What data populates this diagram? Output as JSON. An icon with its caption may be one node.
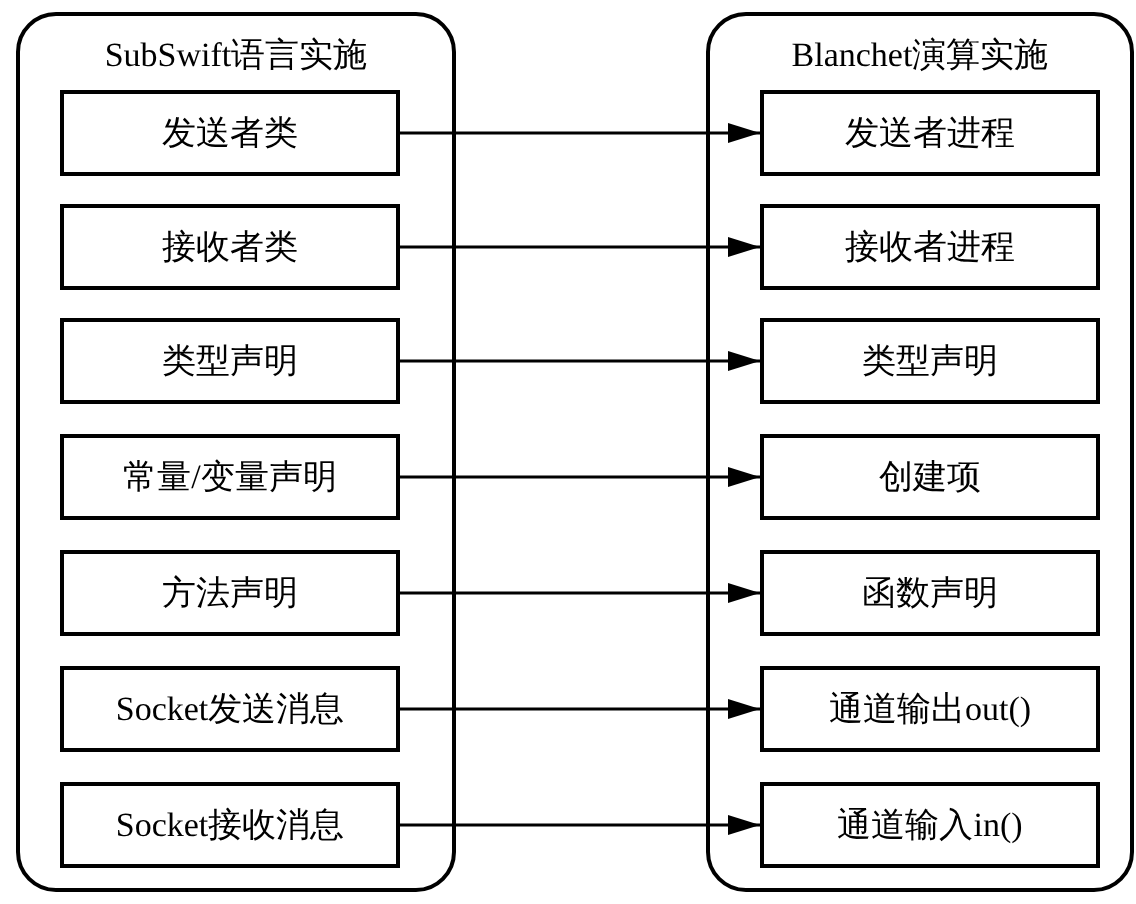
{
  "diagram": {
    "nodes": [
      {
        "text": [
          "SubSwift语言实施"
        ]
      },
      {
        "text": [
          "发送者类"
        ],
        "in": 0
      },
      {
        "text": [
          "接收者类"
        ],
        "in": 0
      },
      {
        "text": [
          "类型声明"
        ],
        "in": 0
      },
      {
        "text": [
          "常量/变量声明"
        ],
        "in": 0
      },
      {
        "text": [
          "方法声明"
        ],
        "in": 0
      },
      {
        "text": [
          "Socket发送消息"
        ],
        "in": 0
      },
      {
        "text": [
          "Socket接收消息"
        ],
        "in": 0
      },
      {
        "text": [
          "Blanchet演算实施"
        ]
      },
      {
        "text": [
          "发送者进程"
        ],
        "in": 8
      },
      {
        "text": [
          "接收者进程"
        ],
        "in": 8
      },
      {
        "text": [
          "类型声明"
        ],
        "in": 8
      },
      {
        "text": [
          "创建项"
        ],
        "in": 8
      },
      {
        "text": [
          "函数声明"
        ],
        "in": 8
      },
      {
        "text": [
          "通道输出out()"
        ],
        "in": 8
      },
      {
        "text": [
          "通道输入in()"
        ],
        "in": 8
      }
    ],
    "edges": [
      {
        "from": 1,
        "to": 9,
        "arrow": "to"
      },
      {
        "from": 2,
        "to": 10,
        "arrow": "to"
      },
      {
        "from": 3,
        "to": 11,
        "arrow": "to"
      },
      {
        "from": 4,
        "to": 12,
        "arrow": "to"
      },
      {
        "from": 5,
        "to": 13,
        "arrow": "to"
      },
      {
        "from": 6,
        "to": 14,
        "arrow": "to"
      },
      {
        "from": 7,
        "to": 15,
        "arrow": "to"
      }
    ]
  }
}
